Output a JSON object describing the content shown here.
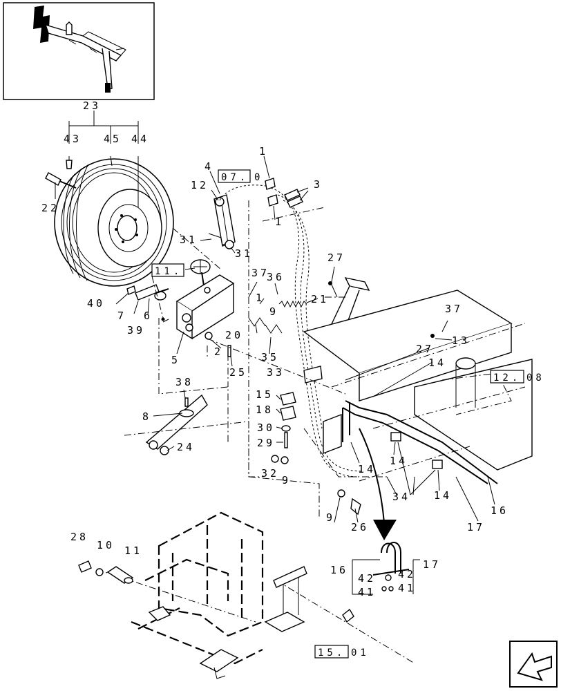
{
  "callouts": {
    "c23": "23",
    "c43": "43",
    "c45": "45",
    "c44": "44",
    "c22": "22",
    "c4": "4",
    "c12": "12",
    "c1a": "1",
    "c1b": "1",
    "c3": "3",
    "c31a": "31",
    "c31b": "31",
    "c11": "11",
    "c37a": "37",
    "c36": "36",
    "c1c": "1",
    "c9a": "9",
    "c21": "21",
    "c27a": "27",
    "c37b": "37",
    "c13": "13",
    "c27b": "27",
    "c14a": "14",
    "c40": "40",
    "c7": "7",
    "c6": "6",
    "c39": "39",
    "c20": "20",
    "c5": "5",
    "c2": "2",
    "c25": "25",
    "c35": "35",
    "c33": "33",
    "c38": "38",
    "c8": "8",
    "c24": "24",
    "c15": "15",
    "c18": "18",
    "c30": "30",
    "c29": "29",
    "c32": "32",
    "c9b": "9",
    "c14b": "14",
    "c14c": "14",
    "c14d": "14",
    "c34": "34",
    "c16a": "16",
    "c17a": "17",
    "c9c": "9",
    "c26": "26",
    "c28": "28",
    "c10": "10",
    "c11b": "11",
    "c16b": "16",
    "c17b": "17",
    "c42a": "42",
    "c42b": "42",
    "c41a": "41",
    "c41b": "41"
  },
  "refs": {
    "r07": "07.",
    "r07s": "0",
    "r11": "11.",
    "r12": "12.",
    "r12s": "08",
    "r15": "15.",
    "r15s": "01"
  },
  "icons": {
    "thumbnail": "machine-overview-thumbnail",
    "nav": "navigation-arrow-icon"
  }
}
